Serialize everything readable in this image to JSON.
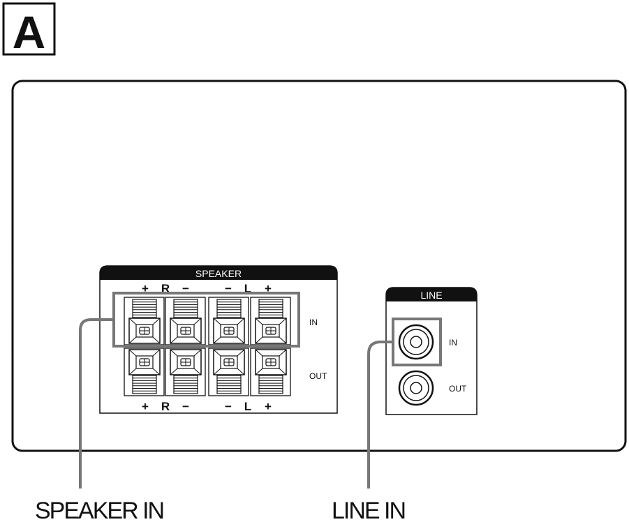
{
  "figure_label": "A",
  "speaker_panel": {
    "title": "SPEAKER",
    "top_polarity": [
      "+",
      "R",
      "−",
      "−",
      "L",
      "+"
    ],
    "bottom_polarity": [
      "+",
      "R",
      "−",
      "−",
      "L",
      "+"
    ],
    "row_in_label": "IN",
    "row_out_label": "OUT"
  },
  "line_panel": {
    "title": "LINE",
    "jack_in_label": "IN",
    "jack_out_label": "OUT"
  },
  "callouts": {
    "speaker_in": "SPEAKER IN",
    "line_in": "LINE IN"
  },
  "colors": {
    "outline": "#111111",
    "highlight": "#777777",
    "header_fill": "#111111"
  }
}
